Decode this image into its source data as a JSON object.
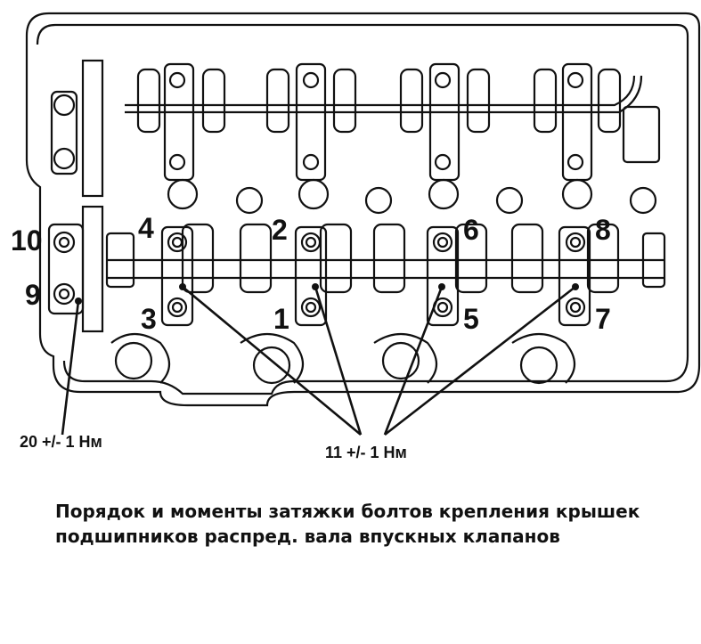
{
  "bolt_labels": [
    "10",
    "9",
    "4",
    "3",
    "2",
    "1",
    "6",
    "5",
    "8",
    "7"
  ],
  "torque": {
    "outer": "20 +/- 1 Нм",
    "inner": "11 +/- 1 Нм"
  },
  "caption": {
    "line1": "Порядок и моменты затяжки болтов крепления крышек",
    "line2": "подшипников распред. вала впускных клапанов"
  }
}
